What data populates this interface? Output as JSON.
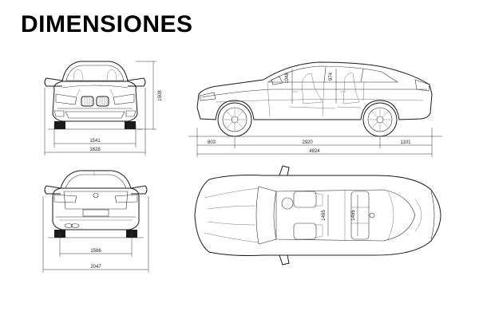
{
  "title": "DIMENSIONES",
  "dimensions": {
    "front_width": "1541",
    "front_overall_width": "1828",
    "height": "1508",
    "front_overhang": "803",
    "wheelbase": "2920",
    "rear_overhang": "1101",
    "overall_length": "4824",
    "rear_track": "1586",
    "width_with_mirrors": "2047",
    "side_front_seat_height": "1048",
    "side_rear_seat_height": "974",
    "top_front_seat_width": "1495",
    "top_rear_seat_width": "1455"
  }
}
